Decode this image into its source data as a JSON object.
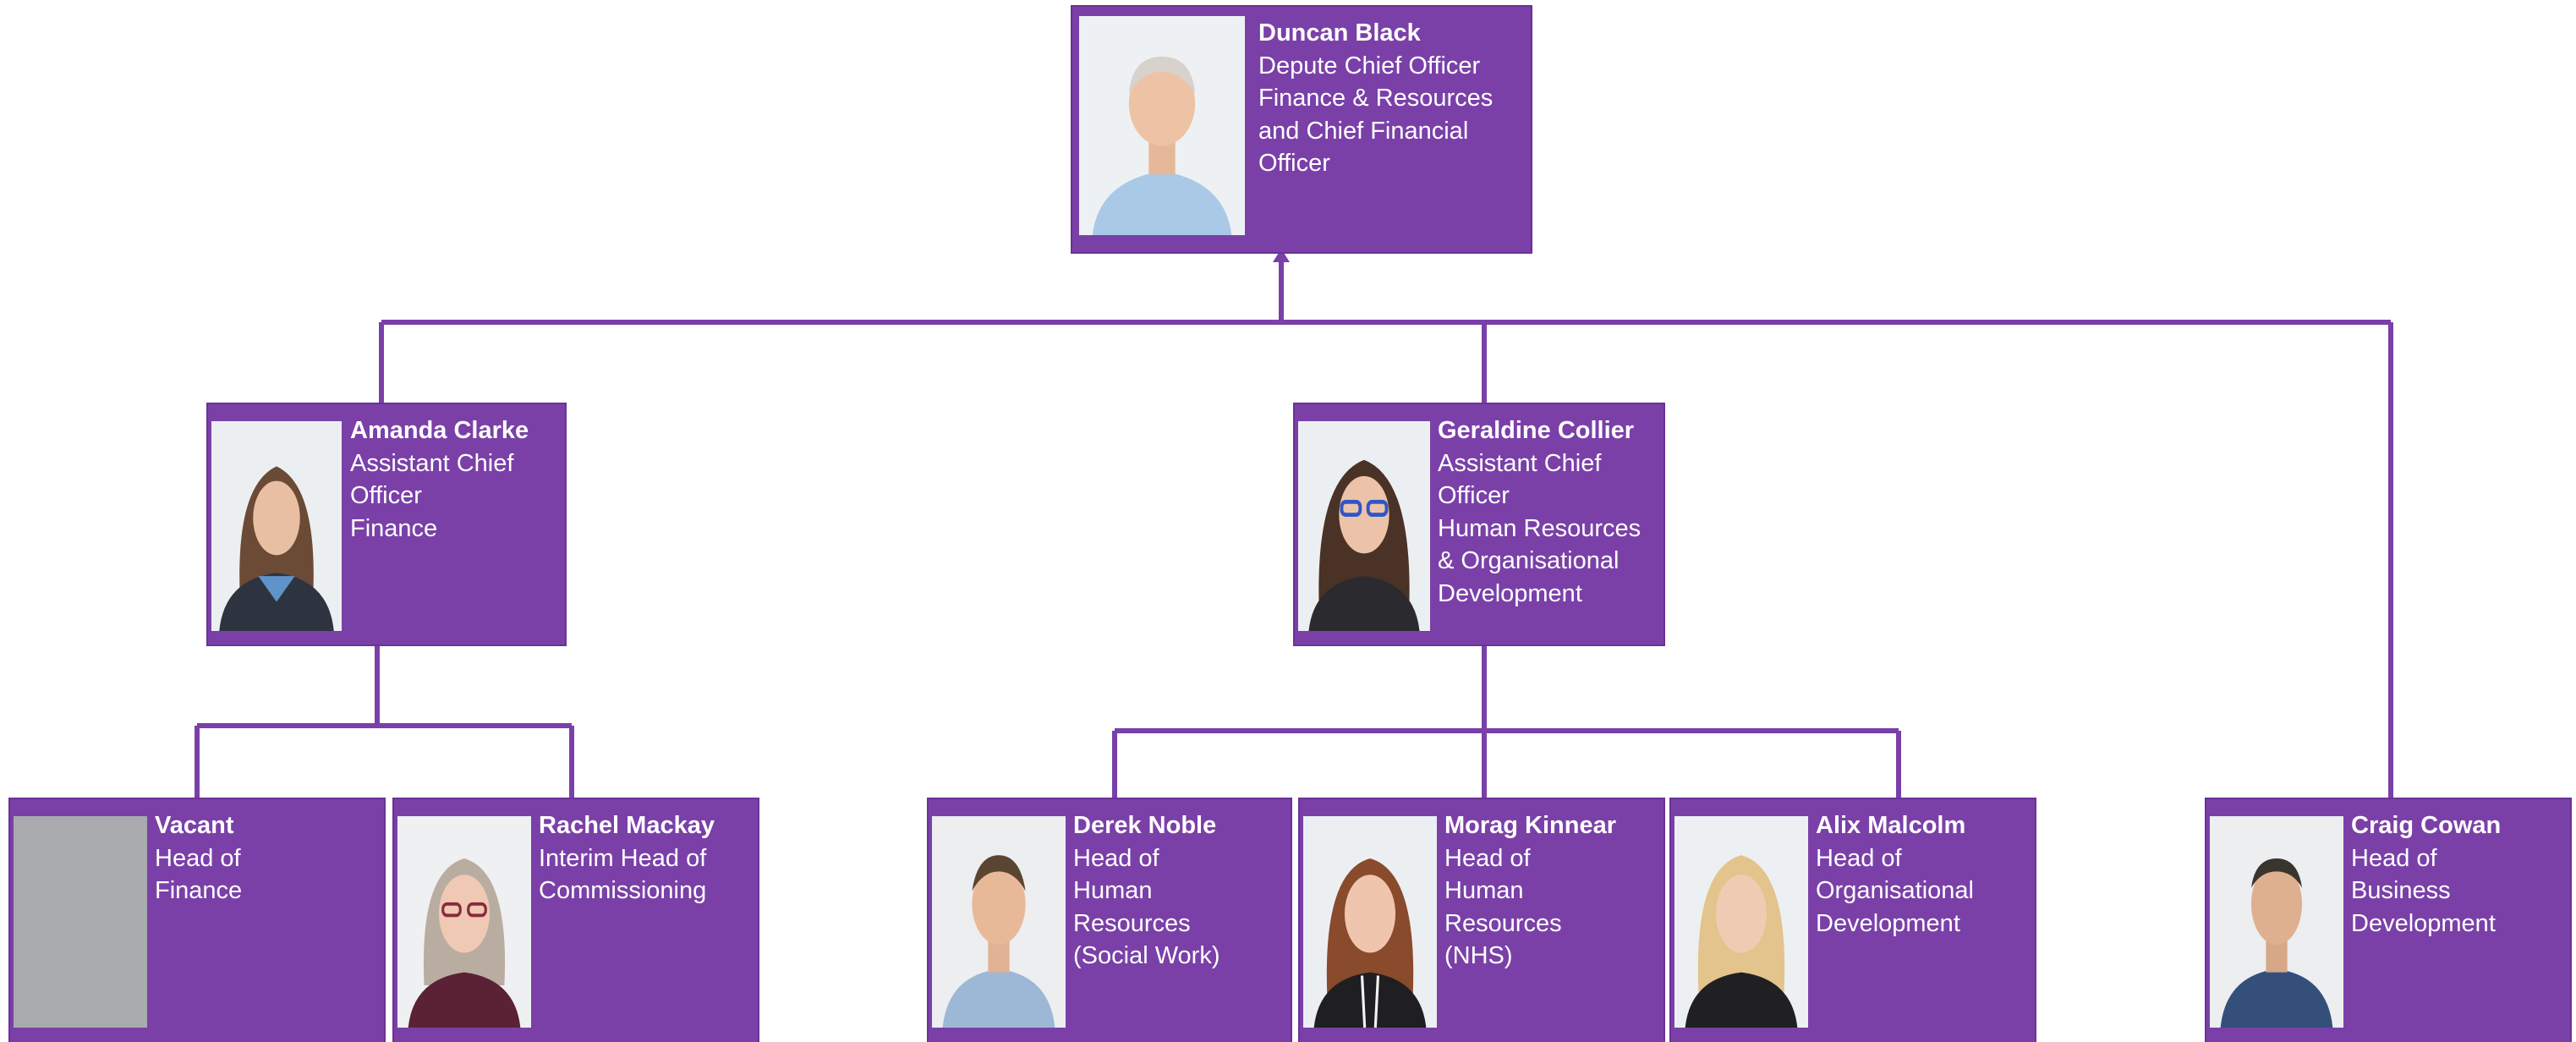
{
  "colors": {
    "card": "#7a40a8",
    "connector": "#7a40a8",
    "vacant_photo": "#a9aaad"
  },
  "people": {
    "duncan": {
      "name": "Duncan Black",
      "role": [
        "Depute Chief Officer",
        "Finance & Resources",
        "and Chief Financial",
        "Officer"
      ]
    },
    "amanda": {
      "name": "Amanda Clarke",
      "role": [
        "Assistant Chief",
        "Officer",
        "Finance"
      ]
    },
    "geraldine": {
      "name": "Geraldine Collier",
      "role": [
        "Assistant Chief",
        "Officer",
        "Human Resources",
        "& Organisational",
        "Development"
      ]
    },
    "vacant": {
      "name": "Vacant",
      "role": [
        "Head of",
        "Finance"
      ]
    },
    "rachel": {
      "name": "Rachel Mackay",
      "role": [
        "Interim Head of",
        "Commissioning"
      ]
    },
    "derek": {
      "name": "Derek Noble",
      "role": [
        "Head of",
        "Human",
        "Resources",
        "(Social Work)"
      ]
    },
    "morag": {
      "name": "Morag Kinnear",
      "role": [
        "Head of",
        "Human",
        "Resources",
        "(NHS)"
      ]
    },
    "alix": {
      "name": "Alix Malcolm",
      "role": [
        "Head of",
        "Organisational",
        "Development"
      ]
    },
    "craig": {
      "name": "Craig Cowan",
      "role": [
        "Head of",
        "Business",
        "Development"
      ]
    }
  }
}
